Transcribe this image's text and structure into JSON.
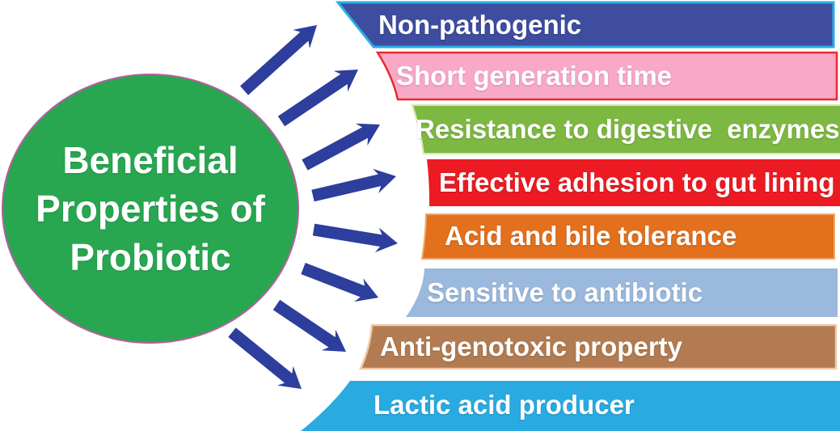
{
  "diagram": {
    "center": {
      "title_lines": [
        "Beneficial",
        "Properties of",
        "Probiotic"
      ],
      "fill": "#28a750",
      "border": "#b55fa0"
    },
    "arrows": {
      "icon": "radiating-arrow-icon",
      "color": "#2e3e9d",
      "count": 8
    },
    "colors": {
      "background": "#ffffff",
      "label_text": "#ffffff"
    },
    "bars": [
      {
        "label": "Non-pathogenic",
        "fill": "#3e4da0",
        "border": "#2bace4"
      },
      {
        "label": "Short generation time",
        "fill": "#f8a9c7",
        "border": "#e72a2e"
      },
      {
        "label": "Resistance to digestive  enzymes",
        "fill": "#7db843",
        "border": "#d9eaa8"
      },
      {
        "label": "Effective adhesion to gut lining",
        "fill": "#ec1b23",
        "border": "none"
      },
      {
        "label": "Acid and bile tolerance",
        "fill": "#e2701d",
        "border": "#f2a668"
      },
      {
        "label": "Sensitive to antibiotic",
        "fill": "#9bb8dd",
        "border": "none"
      },
      {
        "label": "Anti-genotoxic property",
        "fill": "#b27b51",
        "border": "#f0cba5"
      },
      {
        "label": "Lactic acid producer",
        "fill": "#29abe2",
        "border": "none"
      }
    ]
  }
}
